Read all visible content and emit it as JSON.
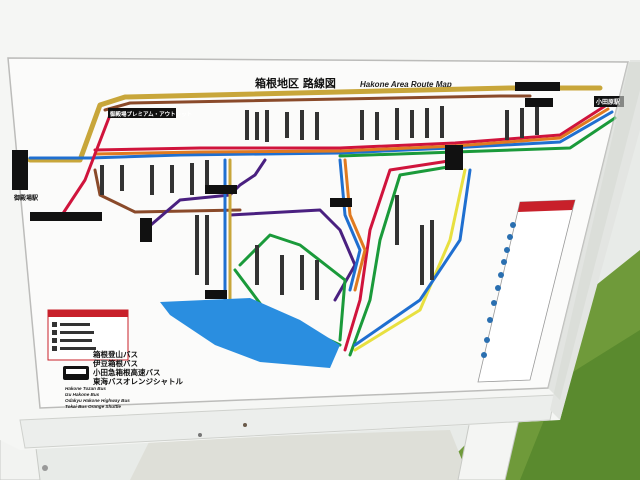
{
  "sign": {
    "title_ja": "箱根地区 路線図",
    "title_en": "Hakone Area Route Map"
  },
  "labels": {
    "gotemba_outlet": "御殿場プレミアム・アウトレット",
    "gotemba_station": "御殿場駅",
    "odawara_station": "小田原駅"
  },
  "legend": {
    "operators_ja": [
      "箱根登山バス",
      "伊豆箱根バス",
      "小田急箱根高速バス",
      "東海バスオレンジシャトル"
    ],
    "operators_en": [
      "Hakone Tozan Bus",
      "Izu Hakone Bus",
      "Odakyu Hakone Highway Bus",
      "Tokai Bus Orange Shuttle"
    ]
  },
  "colors": {
    "route_gold": "#c8a63a",
    "route_brown": "#8a4a2a",
    "route_red": "#d0143c",
    "route_blue": "#1f6fd0",
    "route_green": "#1a9a3a",
    "route_purple": "#4a2080",
    "route_orange": "#e07a20",
    "route_yellow": "#e8e040",
    "lake": "#2a8ee0",
    "accent_red": "#c8202a"
  }
}
